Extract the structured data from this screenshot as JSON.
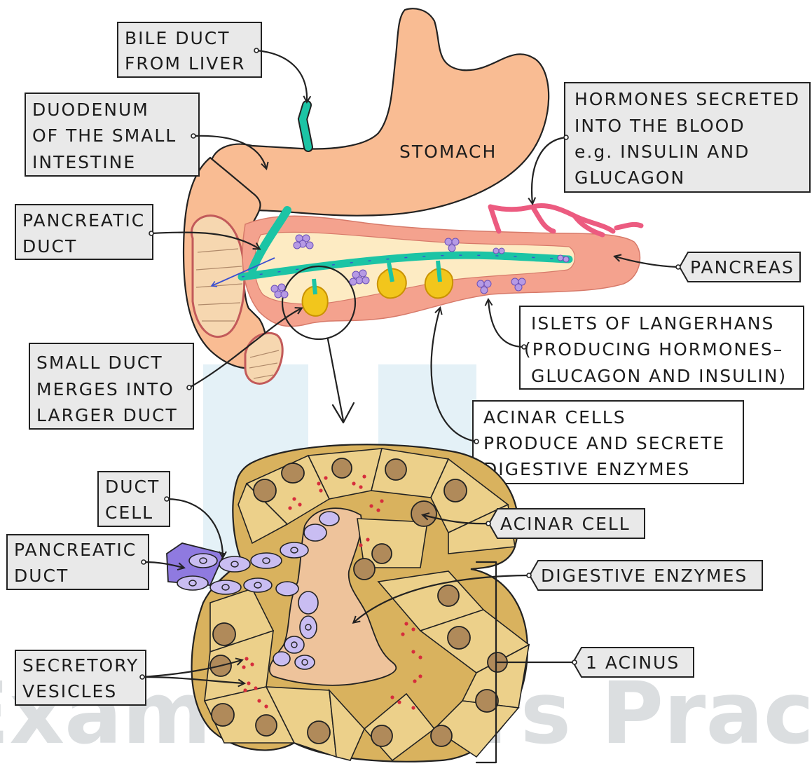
{
  "labels": {
    "bile_duct": [
      "BILE DUCT",
      "FROM LIVER"
    ],
    "duodenum": [
      "DUODENUM",
      "OF THE SMALL",
      "INTESTINE"
    ],
    "stomach": "STOMACH",
    "hormones": [
      "HORMONES SECRETED",
      "INTO THE BLOOD",
      "e.g. INSULIN AND",
      "GLUCAGON"
    ],
    "pancreatic_duct_top": [
      "PANCREATIC",
      "DUCT"
    ],
    "pancreas": "PANCREAS",
    "islets": [
      "ISLETS OF LANGERHANS",
      "(PRODUCING HORMONES–",
      "GLUCAGON AND INSULIN)"
    ],
    "small_duct": [
      "SMALL DUCT",
      "MERGES INTO",
      "LARGER DUCT"
    ],
    "acinar_cells": [
      "ACINAR CELLS",
      "PRODUCE AND SECRETE",
      "DIGESTIVE ENZYMES"
    ],
    "duct_cell": [
      "DUCT",
      "CELL"
    ],
    "acinar_cell": "ACINAR CELL",
    "pancreatic_duct_bottom": [
      "PANCREATIC",
      "DUCT"
    ],
    "digestive_enzymes": "DIGESTIVE ENZYMES",
    "secretory_vesicles": [
      "SECRETORY",
      "VESICLES"
    ],
    "acinus": "1 ACINUS"
  },
  "watermark": "Exam Papers Practice",
  "colors": {
    "stomach": "#f9bc93",
    "pancreas": "#f4a28e",
    "pancreas_inner": "#fdebc3",
    "duct": "#1cc4a5",
    "blood": "#ec5b80",
    "islets": "#a98ad9",
    "acinus": "#d9b25e",
    "lumen": "#eec39b",
    "vesicles": "#d62d3c",
    "duct_cells": "#b7a6ec"
  }
}
